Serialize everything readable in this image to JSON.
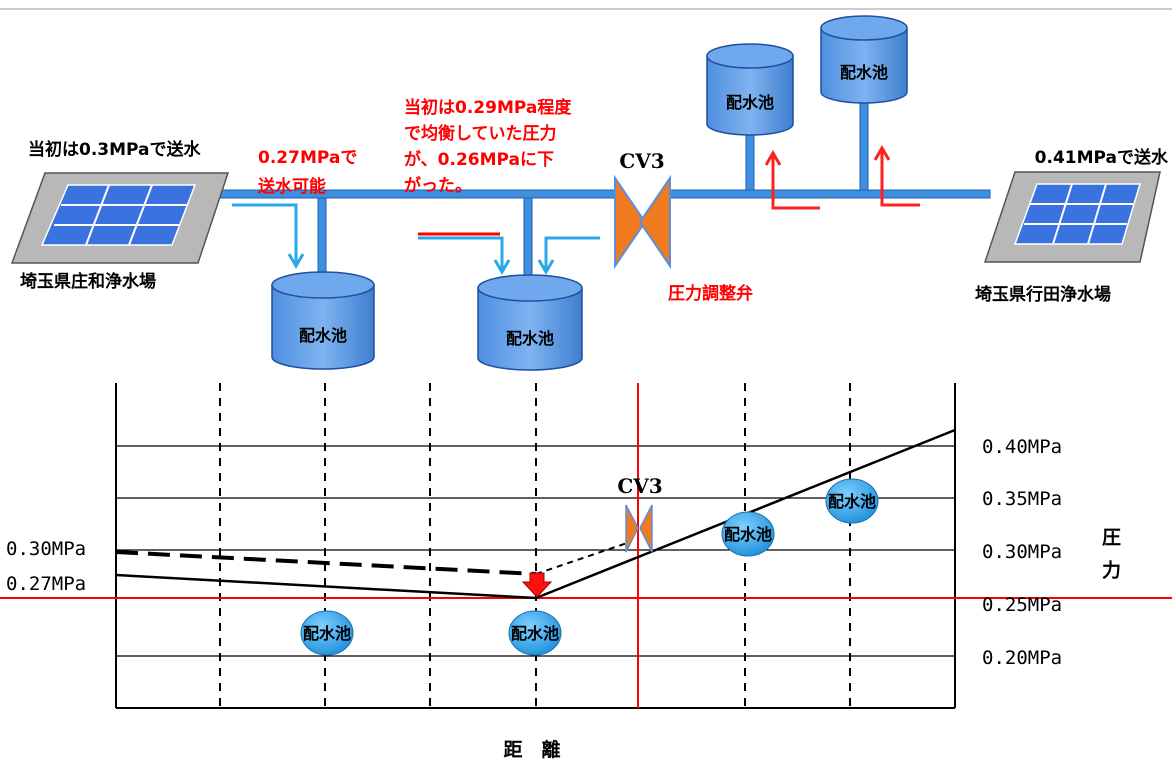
{
  "top_notes": {
    "left_plant_note": "当初は0.3MPaで送水",
    "left_capacity_line1": "0.27MPaで",
    "left_capacity_line2": "送水可能",
    "mid_line1": "当初は0.29MPa程度",
    "mid_line2": "で均衡していた圧力",
    "mid_line3": "が、0.26MPaに下",
    "mid_line4": "がった。",
    "right_plant_note": "0.41MPaで送水"
  },
  "plants": {
    "left_name": "埼玉県庄和浄水場",
    "right_name": "埼玉県行田浄水場"
  },
  "tank_label": "配水池",
  "valve": {
    "name": "CV3",
    "caption": "圧力調整弁"
  },
  "chart_data": {
    "type": "line",
    "xlabel": "距　離",
    "ylabel": "圧力",
    "yticks": [
      "0.40MPa",
      "0.35MPa",
      "0.30MPa",
      "0.25MPa",
      "0.20MPa"
    ],
    "left_labels": [
      "0.30MPa",
      "0.27MPa"
    ],
    "tank_markers": [
      "配水池",
      "配水池",
      "配水池",
      "配水池"
    ],
    "valve_marker": "CV3",
    "series": [
      {
        "style": "solid",
        "points": [
          [
            0,
            0.28
          ],
          [
            4,
            0.26
          ],
          [
            8,
            0.42
          ]
        ]
      },
      {
        "style": "dashed",
        "points": [
          [
            0,
            0.3
          ],
          [
            4,
            0.28
          ],
          [
            5,
            0.31
          ]
        ]
      }
    ],
    "reference_line": 0.26,
    "colors": {
      "grid": "#000000",
      "reference": "#ff0000",
      "tank": "#2aa3e8",
      "valve": "#f07a1e",
      "pipe": "#2f7fd4",
      "note_red": "#ff0000"
    }
  }
}
